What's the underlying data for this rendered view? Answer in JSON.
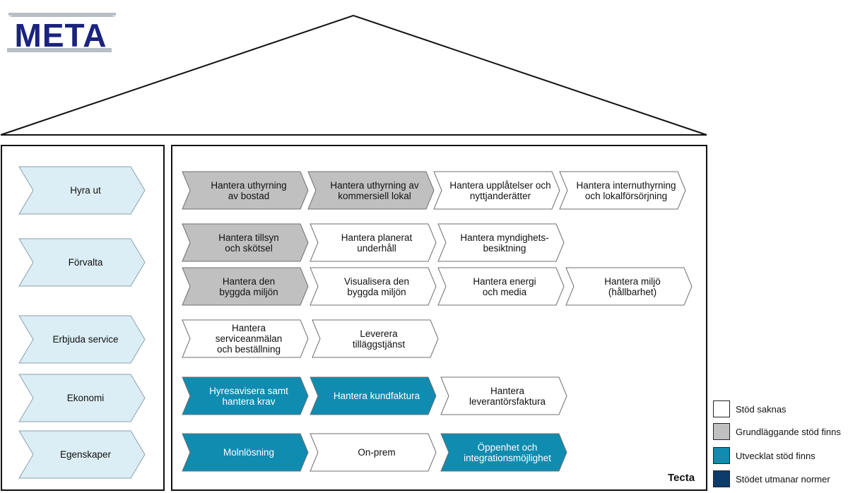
{
  "logo": {
    "text": "META"
  },
  "colors": {
    "white": "#ffffff",
    "gray": "#c0c0c0",
    "teal": "#0f8cb0",
    "navy": "#0c3c6a",
    "light_blue": "#dbeef5",
    "logo_text": "#1a237e",
    "logo_roof": "#b7bec4"
  },
  "categories": [
    {
      "label": "Hyra ut"
    },
    {
      "label": "Förvalta"
    },
    {
      "label": "Erbjuda service"
    },
    {
      "label": "Ekonomi"
    },
    {
      "label": "Egenskaper"
    }
  ],
  "processes": [
    {
      "label": "Hantera uthyrning\nav bostad",
      "fill": "gray"
    },
    {
      "label": "Hantera uthyrning av\nkommersiell lokal",
      "fill": "gray"
    },
    {
      "label": "Hantera upplåtelser och\nnyttjanderätter",
      "fill": "white"
    },
    {
      "label": "Hantera internuthyrning\noch lokalförsörjning",
      "fill": "white"
    },
    {
      "label": "Hantera tillsyn\noch skötsel",
      "fill": "gray"
    },
    {
      "label": "Hantera planerat\nunderhåll",
      "fill": "white"
    },
    {
      "label": "Hantera myndighets-\nbesiktning",
      "fill": "white"
    },
    {
      "label": "Hantera den\nbyggda miljön",
      "fill": "gray"
    },
    {
      "label": "Visualisera den\nbyggda miljön",
      "fill": "white"
    },
    {
      "label": "Hantera energi\noch media",
      "fill": "white"
    },
    {
      "label": "Hantera miljö\n(hållbarhet)",
      "fill": "white"
    },
    {
      "label": "Hantera serviceanmälan\noch beställning",
      "fill": "white"
    },
    {
      "label": "Leverera\ntilläggstjänst",
      "fill": "white"
    },
    {
      "label": "Hyresavisera samt\nhantera krav",
      "fill": "teal"
    },
    {
      "label": "Hantera kundfaktura",
      "fill": "teal"
    },
    {
      "label": "Hantera\nleverantörsfaktura",
      "fill": "white"
    },
    {
      "label": "Molnlösning",
      "fill": "teal"
    },
    {
      "label": "On-prem",
      "fill": "white"
    },
    {
      "label": "Öppenhet och\nintegrationsmöjlighet",
      "fill": "teal"
    }
  ],
  "vendor": "Tecta",
  "legend": [
    {
      "label": "Stöd saknas",
      "fill": "white"
    },
    {
      "label": "Grundläggande stöd finns",
      "fill": "gray"
    },
    {
      "label": "Utvecklat stöd finns",
      "fill": "teal"
    },
    {
      "label": "Stödet utmanar normer",
      "fill": "navy"
    }
  ]
}
